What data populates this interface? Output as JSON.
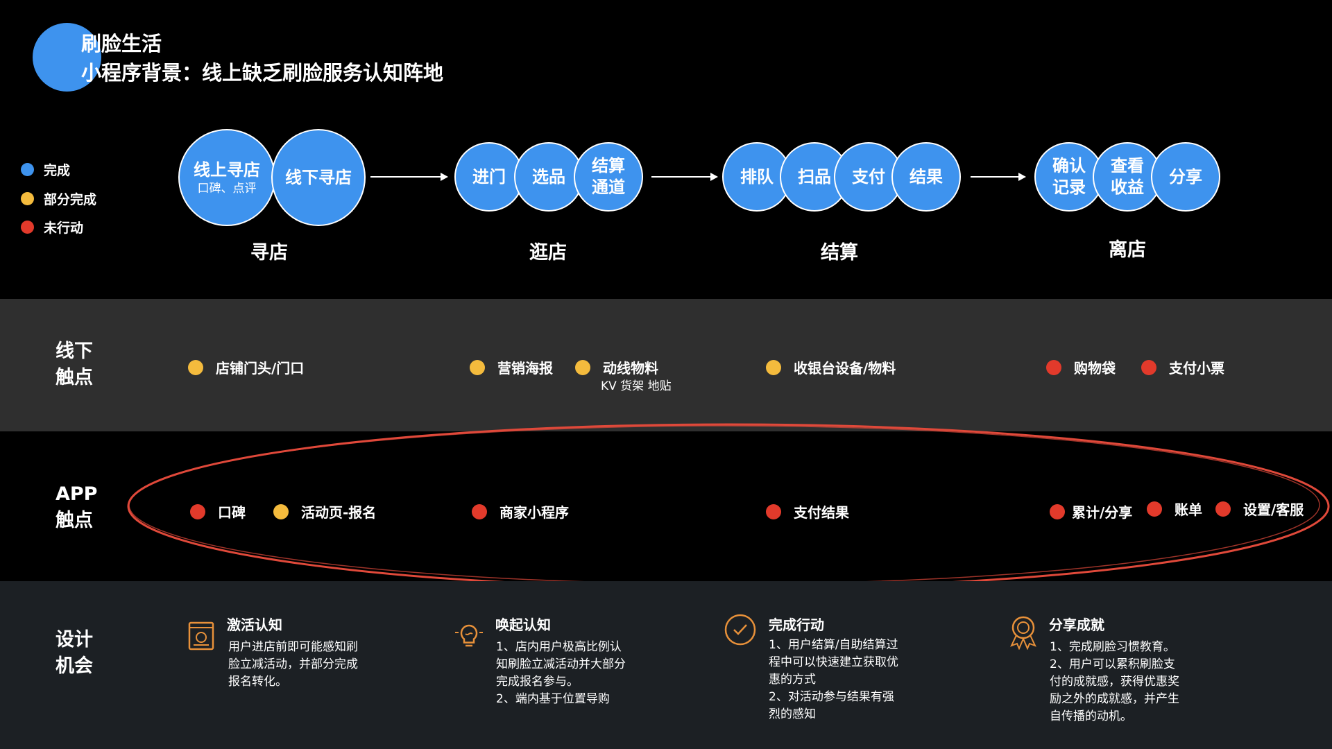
{
  "header": {
    "title": "刷脸生活",
    "subtitle": "小程序背景：线上缺乏刷脸服务认知阵地",
    "accent_color": "#3e93ee"
  },
  "legend": [
    {
      "label": "完成",
      "color": "#3e93ee"
    },
    {
      "label": "部分完成",
      "color": "#f4bb3d"
    },
    {
      "label": "未行动",
      "color": "#e23a2b"
    }
  ],
  "stages": [
    {
      "name": "寻店",
      "steps": [
        {
          "label": "线上寻店",
          "sub": "口碑、点评"
        },
        {
          "label": "线下寻店"
        }
      ]
    },
    {
      "name": "逛店",
      "steps": [
        {
          "label": "进门"
        },
        {
          "label": "选品"
        },
        {
          "label": "结算通道",
          "lines": [
            "结算",
            "通道"
          ]
        }
      ]
    },
    {
      "name": "结算",
      "steps": [
        {
          "label": "排队"
        },
        {
          "label": "扫品"
        },
        {
          "label": "支付"
        },
        {
          "label": "结果"
        }
      ]
    },
    {
      "name": "离店",
      "steps": [
        {
          "label": "确认记录",
          "lines": [
            "确认",
            "记录"
          ]
        },
        {
          "label": "查看收益",
          "lines": [
            "查看",
            "收益"
          ]
        },
        {
          "label": "分享"
        }
      ]
    }
  ],
  "offline": {
    "label_lines": [
      "线下",
      "触点"
    ],
    "items": [
      {
        "label": "店铺门头/门口",
        "status": "partial"
      },
      {
        "label": "营销海报",
        "status": "partial"
      },
      {
        "label": "动线物料",
        "status": "partial",
        "sub": "KV 货架 地贴"
      },
      {
        "label": "收银台设备/物料",
        "status": "partial"
      },
      {
        "label": "购物袋",
        "status": "none"
      },
      {
        "label": "支付小票",
        "status": "none"
      }
    ]
  },
  "app": {
    "label_lines": [
      "APP",
      "触点"
    ],
    "items": [
      {
        "label": "口碑",
        "status": "none"
      },
      {
        "label": "活动页-报名",
        "status": "partial"
      },
      {
        "label": "商家小程序",
        "status": "none"
      },
      {
        "label": "支付结果",
        "status": "none"
      },
      {
        "label": "累计/分享",
        "status": "none"
      },
      {
        "label": "账单",
        "status": "none"
      },
      {
        "label": "设置/客服",
        "status": "none"
      }
    ],
    "highlight_color": "#e0493a"
  },
  "design": {
    "label_lines": [
      "设计",
      "机会"
    ],
    "opportunities": [
      {
        "title": "激活认知",
        "icon": "certificate-icon",
        "body": [
          "用户进店前即可能感知刷",
          "脸立减活动，并部分完成",
          "报名转化。"
        ]
      },
      {
        "title": "唤起认知",
        "icon": "lightbulb-icon",
        "body": [
          "1、店内用户极高比例认",
          "知刷脸立减活动并大部分",
          "完成报名参与。",
          "2、端内基于位置导购"
        ]
      },
      {
        "title": "完成行动",
        "icon": "check-circle-icon",
        "body": [
          "1、用户结算/自助结算过",
          "程中可以快速建立获取优",
          "惠的方式",
          "2、对活动参与结果有强",
          "烈的感知"
        ]
      },
      {
        "title": "分享成就",
        "icon": "medal-icon",
        "body": [
          "1、完成刷脸习惯教育。",
          "2、用户可以累积刷脸支",
          "付的成就感，获得优惠奖",
          "励之外的成就感，并产生",
          "自传播的动机。"
        ]
      }
    ],
    "icon_color": "#e8913a"
  }
}
